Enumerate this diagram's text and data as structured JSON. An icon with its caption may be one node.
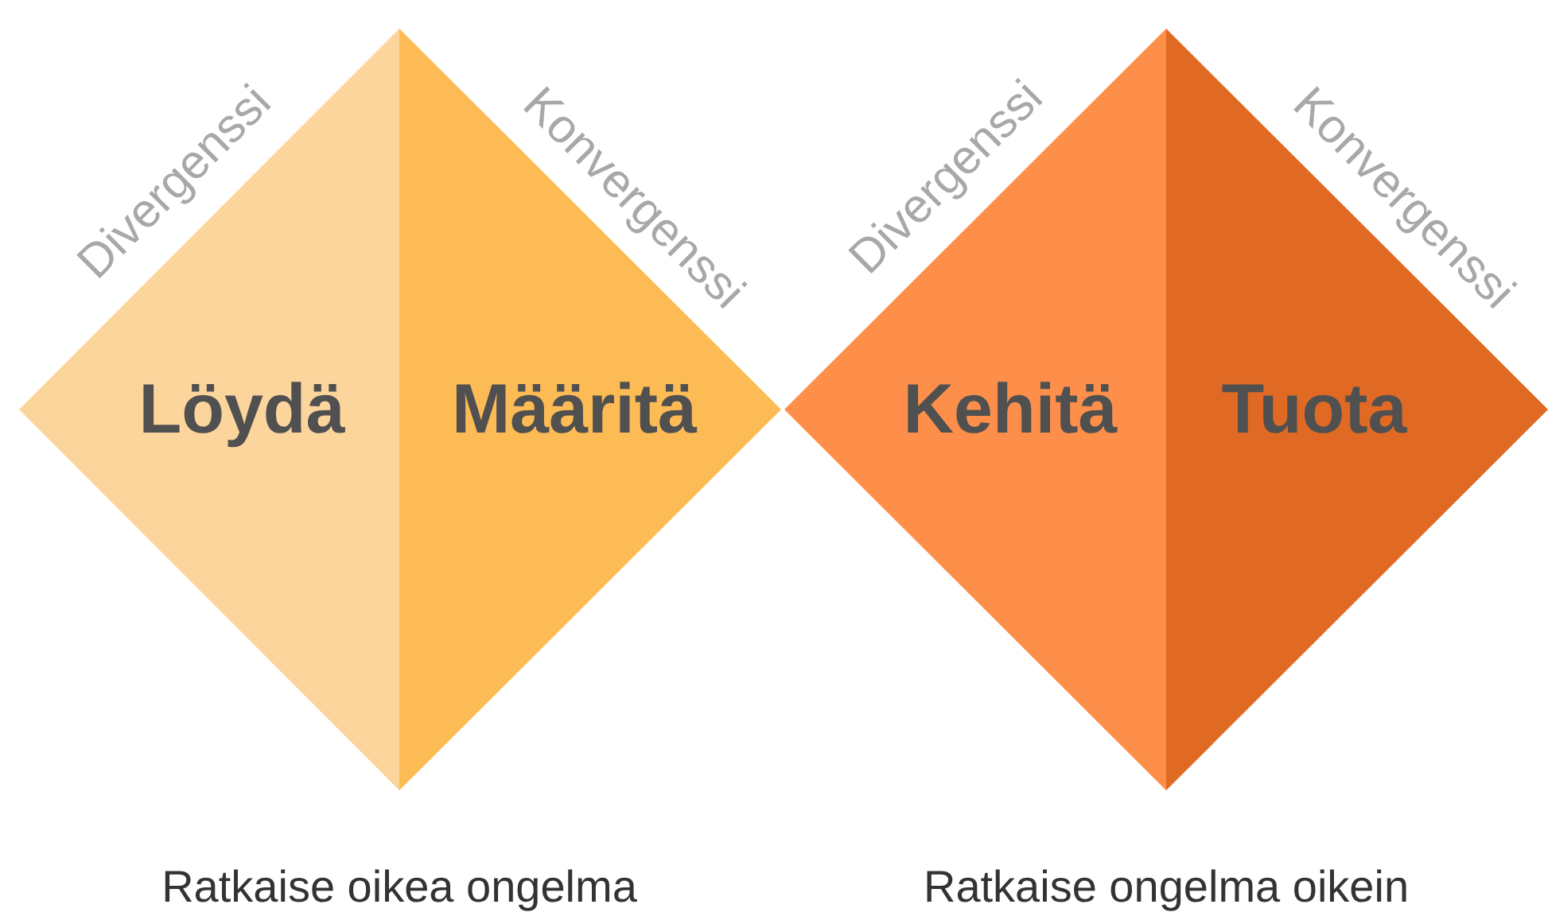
{
  "diagram": {
    "nodes": [
      {
        "text": [
          "Löydä"
        ]
      },
      {
        "text": [
          "Määritä"
        ]
      },
      {
        "text": [
          "Kehitä"
        ]
      },
      {
        "text": [
          "Tuota"
        ]
      }
    ],
    "labels": [
      "Divergenssi",
      "Konvergenssi",
      "Divergenssi",
      "Konvergenssi",
      "Ratkaise oikea ongelma",
      "Ratkaise ongelma oikein"
    ]
  }
}
